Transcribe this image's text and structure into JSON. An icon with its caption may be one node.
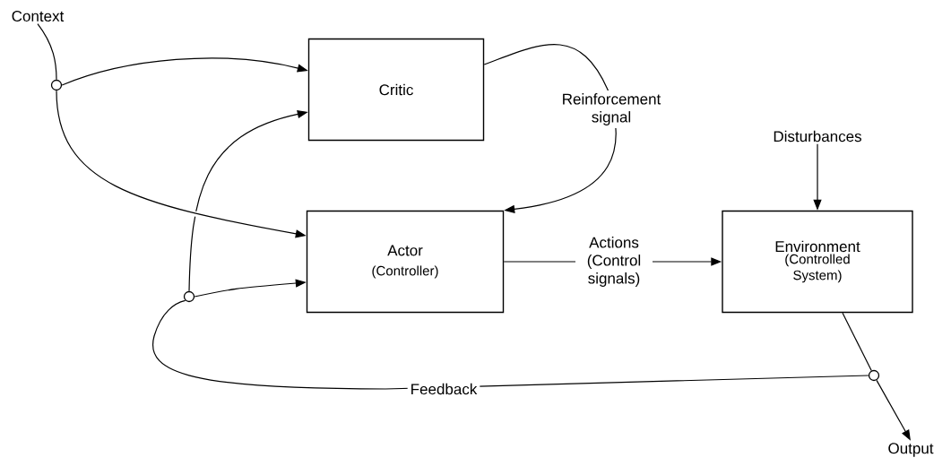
{
  "diagram": {
    "nodes": [
      {
        "text": [
          "Context"
        ]
      },
      {
        "text": [],
        "shape": "circle"
      },
      {
        "text": [
          "Critic"
        ]
      },
      {
        "text": [
          "Actor",
          "(Controller)"
        ]
      },
      {
        "text": [
          "Disturbances"
        ]
      },
      {
        "text": [
          "Environment",
          "(Controlled System)"
        ]
      },
      {
        "text": [],
        "shape": "circle"
      },
      {
        "text": [],
        "shape": "circle"
      },
      {
        "text": [
          "Output"
        ]
      }
    ],
    "edges": [
      {
        "from": 0,
        "to": 1,
        "arrow": "none"
      },
      {
        "from": 1,
        "to": 2,
        "arrow": "to"
      },
      {
        "from": 1,
        "to": 3,
        "arrow": "to"
      },
      {
        "from": 6,
        "to": 2,
        "arrow": "to"
      },
      {
        "from": 6,
        "to": 3,
        "arrow": "to"
      },
      {
        "from": 2,
        "to": 3,
        "arrow": "to",
        "label": "Reinforcement signal"
      },
      {
        "from": 3,
        "to": 5,
        "arrow": "to",
        "label": "Actions (Control signals)"
      },
      {
        "from": 4,
        "to": 5,
        "arrow": "to"
      },
      {
        "from": 5,
        "to": 7,
        "arrow": "none"
      },
      {
        "from": 7,
        "to": 8,
        "arrow": "to"
      },
      {
        "from": 7,
        "to": 6,
        "arrow": "none",
        "label": "Feedback"
      }
    ]
  }
}
